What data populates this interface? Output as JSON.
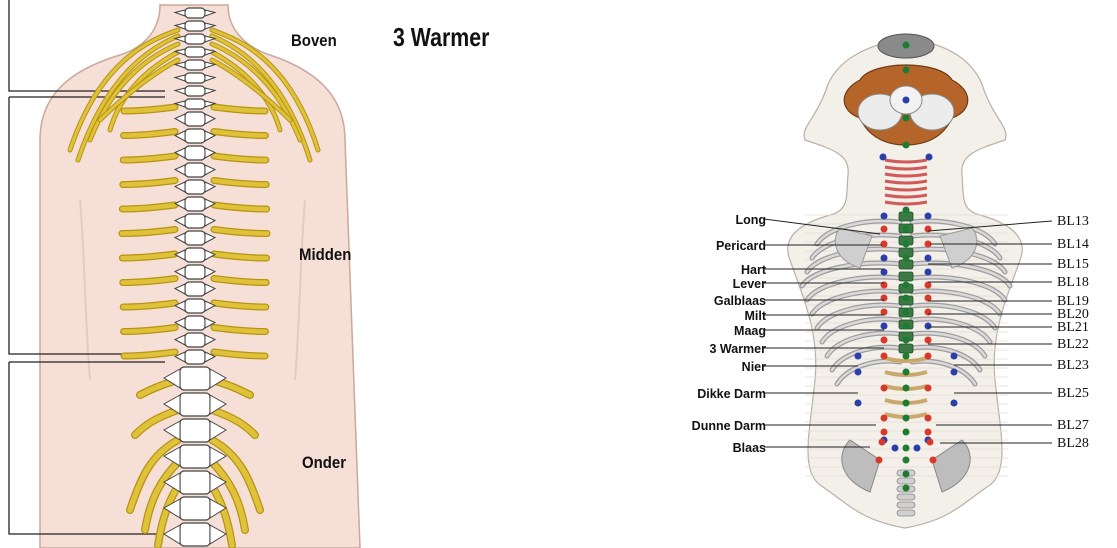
{
  "left_figure": {
    "title": "3 Warmer",
    "regions": [
      {
        "key": "upper",
        "label": "Boven"
      },
      {
        "key": "middle",
        "label": "Midden"
      },
      {
        "key": "lower",
        "label": "Onder"
      }
    ]
  },
  "right_figure": {
    "points": [
      {
        "organ": "Long",
        "code": "BL13"
      },
      {
        "organ": "Pericard",
        "code": "BL14"
      },
      {
        "organ": "Hart",
        "code": "BL15"
      },
      {
        "organ": "Lever",
        "code": "BL18"
      },
      {
        "organ": "Galblaas",
        "code": "BL19"
      },
      {
        "organ": "Milt",
        "code": "BL20"
      },
      {
        "organ": "Maag",
        "code": "BL21"
      },
      {
        "organ": "3 Warmer",
        "code": "BL22"
      },
      {
        "organ": "Nier",
        "code": "BL23"
      },
      {
        "organ": "Dikke Darm",
        "code": "BL25"
      },
      {
        "organ": "Dunne Darm",
        "code": "BL27"
      },
      {
        "organ": "Blaas",
        "code": "BL28"
      }
    ]
  },
  "colors": {
    "skin": "#f6dfd6",
    "skin_outline": "#caa89a",
    "nerve": "#e0c23a",
    "nerve_outline": "#b59412",
    "bone": "#ffffff",
    "bone_outline": "#444444",
    "brain": "#b5652a",
    "point_blue": "#2a3fa8",
    "point_red": "#d8392b",
    "point_green": "#1e7b32",
    "body_fill": "#f3efe9"
  }
}
